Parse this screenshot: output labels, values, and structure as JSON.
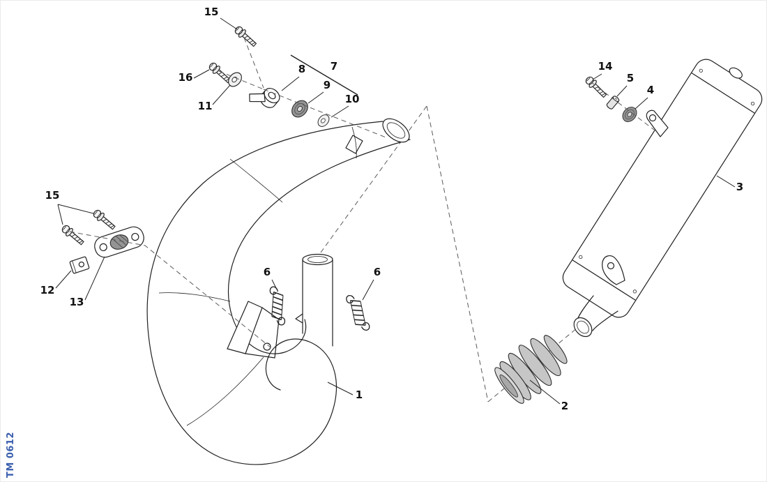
{
  "watermark": "TM 0612",
  "colors": {
    "line": "#1f1f1f",
    "rubber": "#949494",
    "coupling": "#c6c6c6",
    "watermark": "#3a5fae",
    "background": "#ffffff"
  },
  "callouts": [
    {
      "label": "15",
      "target": "flange-bolt-top"
    },
    {
      "label": "16",
      "target": "flange-bolt"
    },
    {
      "label": "11",
      "target": "washer"
    },
    {
      "label": "8",
      "target": "mount-bracket"
    },
    {
      "label": "7",
      "target": "mount-assembly"
    },
    {
      "label": "9",
      "target": "rubber-grommet"
    },
    {
      "label": "10",
      "target": "washer-small"
    },
    {
      "label": "14",
      "target": "flange-bolt-silencer"
    },
    {
      "label": "5",
      "target": "spacer-bush"
    },
    {
      "label": "4",
      "target": "rubber-grommet-silencer"
    },
    {
      "label": "3",
      "target": "silencer"
    },
    {
      "label": "15",
      "target": "flange-bolts-left"
    },
    {
      "label": "12",
      "target": "clip-nut"
    },
    {
      "label": "13",
      "target": "rubber-mount-bracket"
    },
    {
      "label": "6",
      "target": "spring-left"
    },
    {
      "label": "6",
      "target": "spring-right"
    },
    {
      "label": "1",
      "target": "expansion-chamber"
    },
    {
      "label": "2",
      "target": "exhaust-coupling"
    }
  ]
}
